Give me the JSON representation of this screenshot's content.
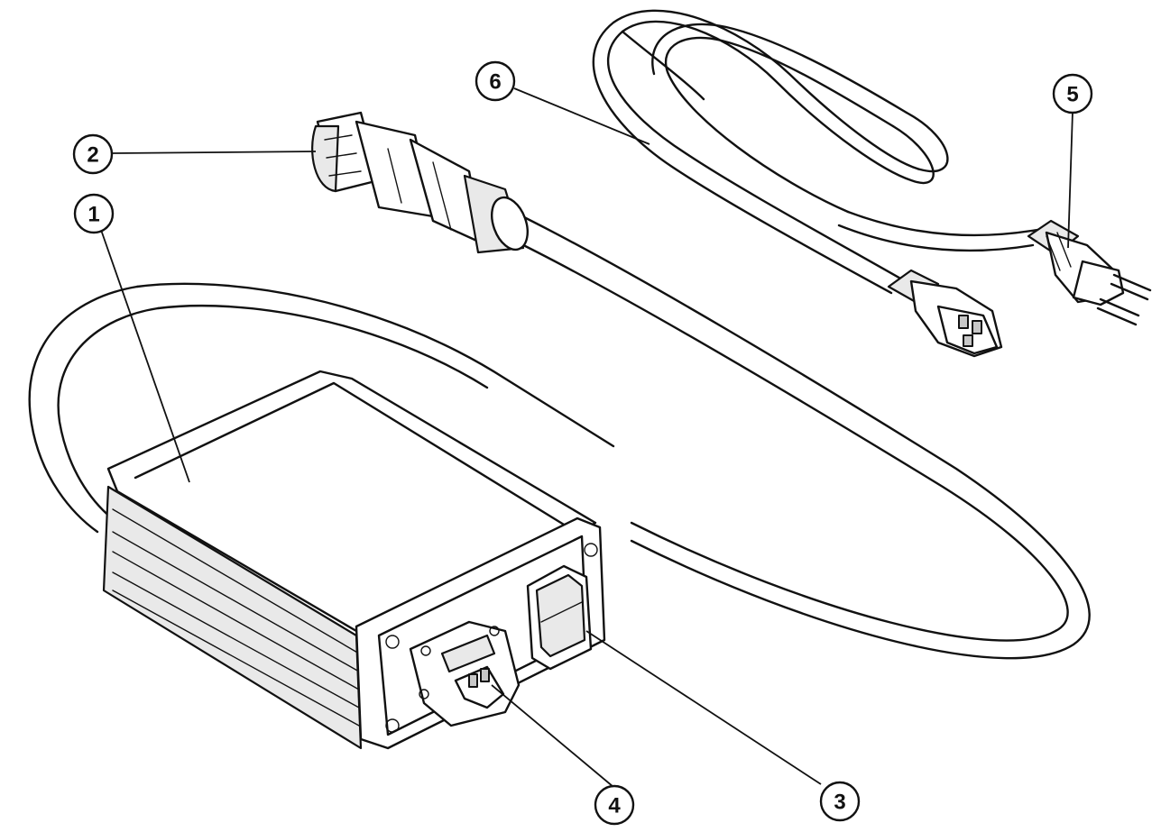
{
  "callouts": [
    {
      "id": "1",
      "label": "1",
      "part": "charger-housing"
    },
    {
      "id": "2",
      "label": "2",
      "part": "round-output-connector"
    },
    {
      "id": "3",
      "label": "3",
      "part": "rocker-switch"
    },
    {
      "id": "4",
      "label": "4",
      "part": "iec-power-inlet"
    },
    {
      "id": "5",
      "label": "5",
      "part": "mains-plug"
    },
    {
      "id": "6",
      "label": "6",
      "part": "power-cord"
    }
  ]
}
